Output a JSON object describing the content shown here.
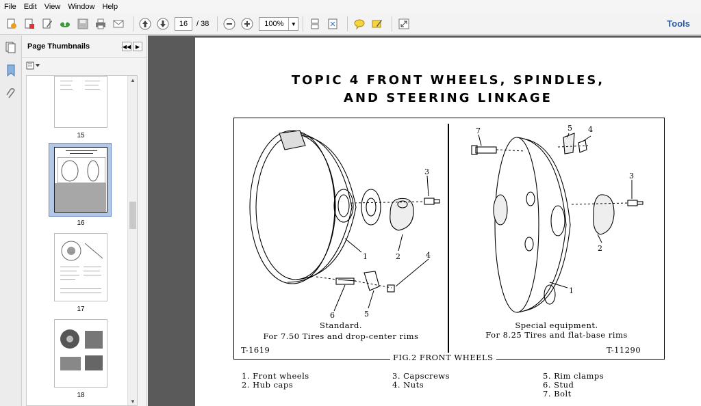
{
  "menu": [
    "File",
    "Edit",
    "View",
    "Window",
    "Help"
  ],
  "toolbar": {
    "page_current": "16",
    "page_total": "/ 38",
    "zoom": "100%",
    "tools_label": "Tools"
  },
  "sidebar": {
    "title": "Page Thumbnails",
    "thumbnails": [
      {
        "label": "15"
      },
      {
        "label": "16"
      },
      {
        "label": "17"
      },
      {
        "label": "18"
      }
    ]
  },
  "document": {
    "title_line1": "TOPIC 4 FRONT WHEELS, SPINDLES,",
    "title_line2": "AND STEERING LINKAGE",
    "left_caption1": "Standard.",
    "left_caption2": "For 7.50 Tires and drop-center rims",
    "right_caption1": "Special equipment.",
    "right_caption2": "For 8.25 Tires and flat-base rims",
    "left_ref": "T-1619",
    "right_ref": "T-11290",
    "fig_label": "FIG.2  FRONT WHEELS",
    "callouts_left": [
      "1",
      "2",
      "3",
      "4",
      "5",
      "6"
    ],
    "callouts_right": [
      "1",
      "2",
      "3",
      "4",
      "5",
      "7"
    ],
    "legend_col1": [
      "1. Front wheels",
      "2. Hub caps"
    ],
    "legend_col2": [
      "3. Capscrews",
      "4. Nuts"
    ],
    "legend_col3": [
      "5. Rim clamps",
      "6. Stud",
      "7. Bolt"
    ]
  }
}
